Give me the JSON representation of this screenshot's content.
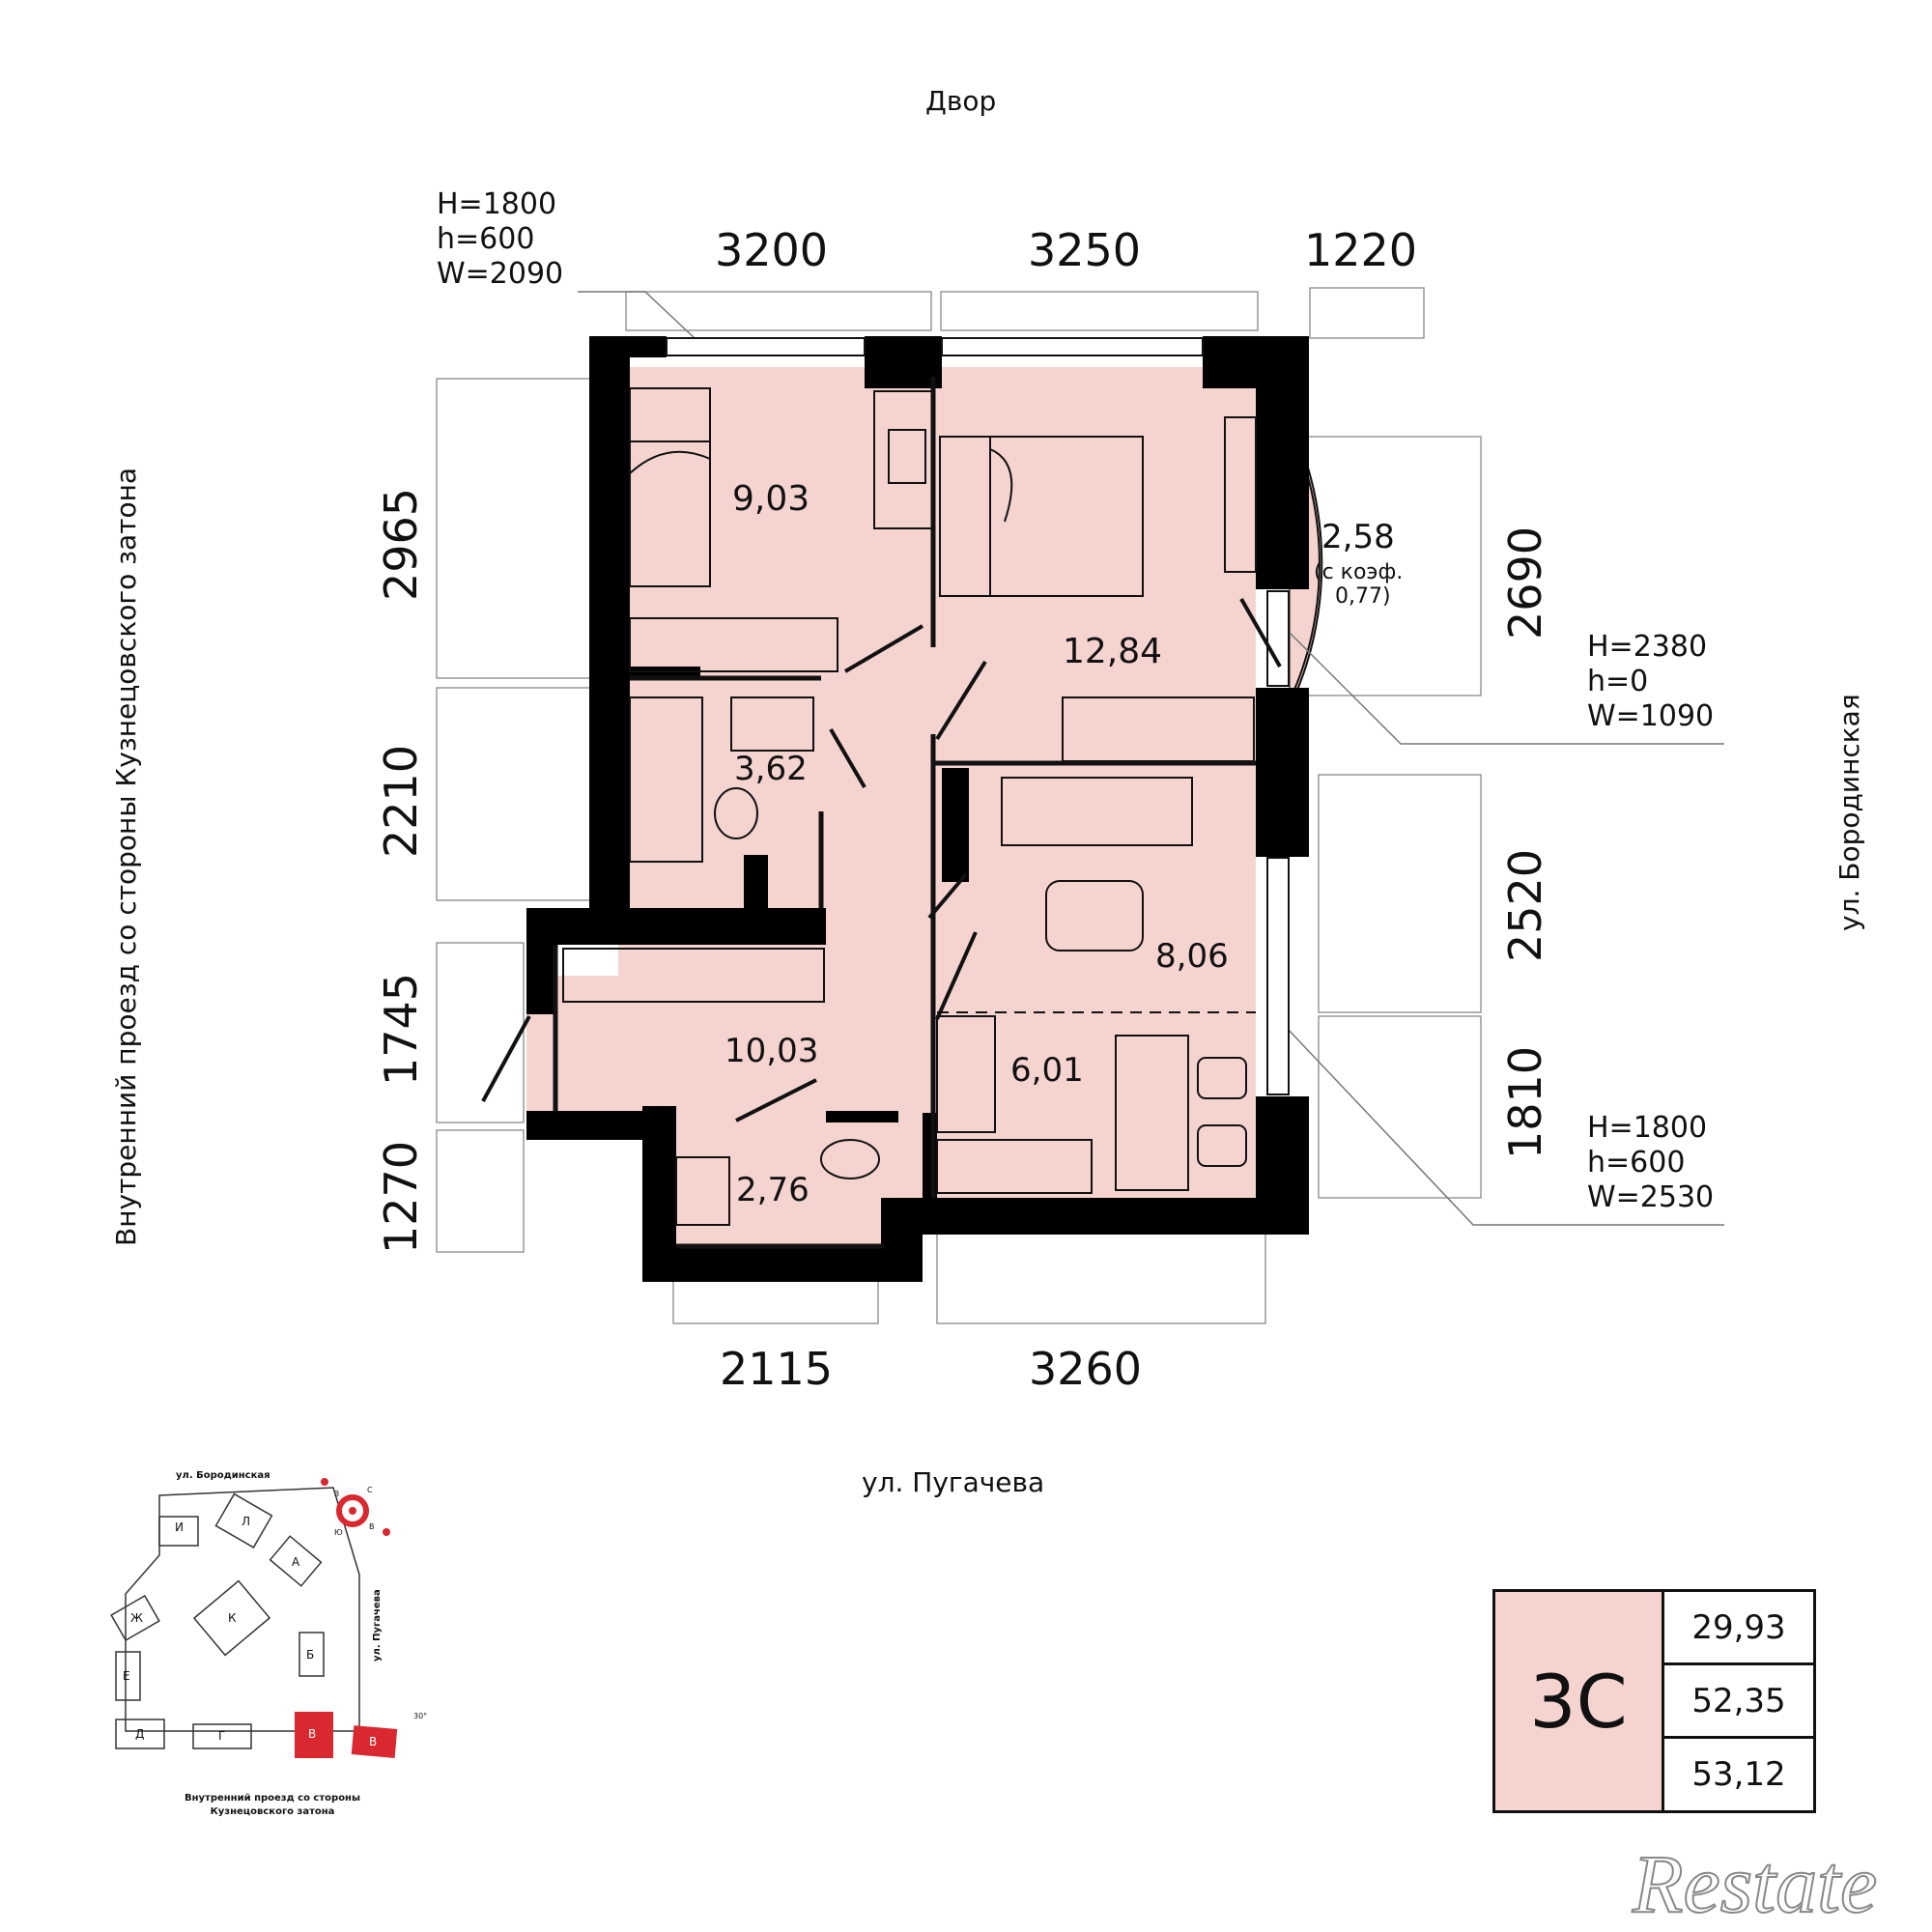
{
  "plan": {
    "sides": {
      "top": "Двор",
      "bottom": "ул. Пугачева",
      "left": "Внутренний проезд со стороны Кузнецовского затона",
      "right": "ул. Бородинская"
    },
    "dimensions": {
      "top": [
        "3200",
        "3250",
        "1220"
      ],
      "bottom": [
        "2115",
        "3260"
      ],
      "left": [
        "2965",
        "2210",
        "1745",
        "1270"
      ],
      "right": [
        "2690",
        "2520",
        "1810"
      ]
    },
    "rooms": [
      {
        "id": "bedroom-small",
        "area": "9,03"
      },
      {
        "id": "bedroom-large",
        "area": "12,84"
      },
      {
        "id": "balcony",
        "area": "2,58",
        "note1": "(с коэф.",
        "note2": "0,77)"
      },
      {
        "id": "bathroom",
        "area": "3,62"
      },
      {
        "id": "living",
        "area": "8,06"
      },
      {
        "id": "hall",
        "area": "10,03"
      },
      {
        "id": "kitchen",
        "area": "6,01"
      },
      {
        "id": "wc",
        "area": "2,76"
      }
    ],
    "windows": [
      {
        "id": "window-top-left",
        "H": "H=1800",
        "h": "h=600",
        "W": "W=2090"
      },
      {
        "id": "window-balcony",
        "H": "H=2380",
        "h": "h=0",
        "W": "W=1090"
      },
      {
        "id": "window-kitchen",
        "H": "H=1800",
        "h": "h=600",
        "W": "W=2530"
      }
    ]
  },
  "summary": {
    "type": "3С",
    "areas": [
      "29,93",
      "52,35",
      "53,12"
    ]
  },
  "minimap": {
    "top_street": "ул. Бородинская",
    "right_street": "ул. Пугачева",
    "bottom_caption_1": "Внутренний проезд со стороны",
    "bottom_caption_2": "Кузнецовского затона",
    "buildings": [
      "И",
      "Л",
      "А",
      "Ж",
      "К",
      "Е",
      "Б",
      "Д",
      "Г",
      "В",
      "В"
    ],
    "compass": [
      "С",
      "В",
      "Ю",
      "З"
    ],
    "angle": "30°"
  },
  "watermark": "Restate",
  "colors": {
    "room_fill": "#f5d4d0",
    "wall": "#000000",
    "accent": "#d9282f"
  }
}
